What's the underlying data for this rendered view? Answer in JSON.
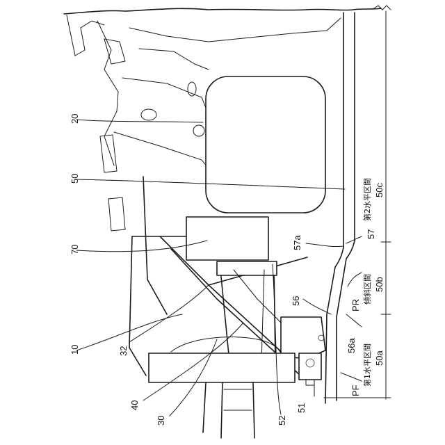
{
  "figure": {
    "reference_labels": {
      "ref_10": "10",
      "ref_20": "20",
      "ref_30": "30",
      "ref_32": "32",
      "ref_40": "40",
      "ref_50": "50",
      "ref_51": "51",
      "ref_52": "52",
      "ref_56": "56",
      "ref_56a": "56a",
      "ref_57": "57",
      "ref_57a": "57a",
      "ref_70": "70"
    },
    "zone_labels": {
      "rear_marker": "PR",
      "front_marker": "PF",
      "section_second_horizontal": "第2水平区間",
      "section_second_horizontal_ref": "50c",
      "section_inclined": "傾斜区間",
      "section_inclined_ref": "50b",
      "section_first_horizontal": "第1水平区間",
      "section_first_horizontal_ref": "50a"
    }
  }
}
